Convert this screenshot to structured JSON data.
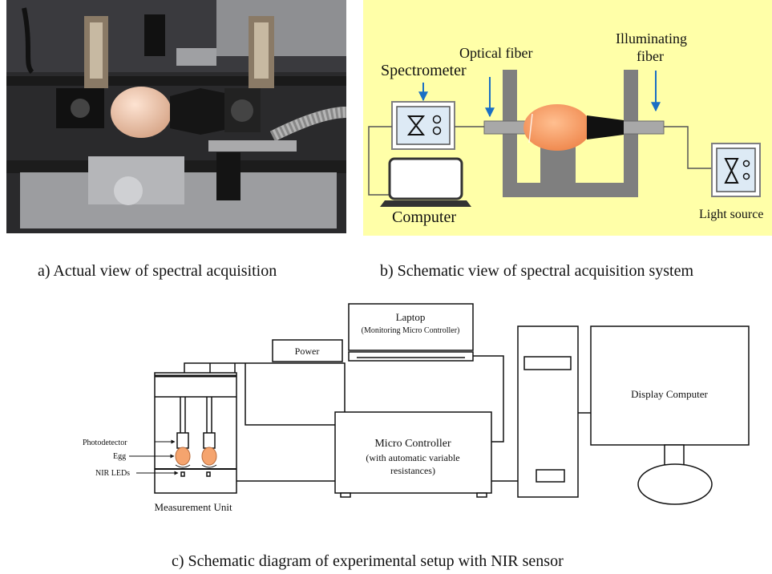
{
  "panel_a": {
    "caption": "a)   Actual view of spectral acquisition"
  },
  "panel_b": {
    "spectrometer": "Spectrometer",
    "optical_fiber": "Optical fiber",
    "illuminating_fiber_line1": "Illuminating",
    "illuminating_fiber_line2": "fiber",
    "computer": "Computer",
    "light_source": "Light source",
    "caption": "b)   Schematic view of spectral acquisition system"
  },
  "panel_c": {
    "laptop": "Laptop",
    "laptop_sub": "(Monitoring  Micro Controller)",
    "power": "Power",
    "micro_controller": "Micro Controller",
    "micro_controller_sub1": "(with automatic variable",
    "micro_controller_sub2": "resistances)",
    "display_computer": "Display Computer",
    "photodetector": "Photodetector",
    "egg": "Egg",
    "nir_leds": "NIR LEDs",
    "measurement_unit": "Measurement  Unit",
    "caption": "c)   Schematic diagram of experimental setup with NIR sensor"
  },
  "colors": {
    "schematic_bg": "#ffffa8",
    "arrow_blue": "#1a6fc4",
    "egg_orange": "#f5a46e",
    "device_fill": "#ddeaf5",
    "holder_gray": "#7f7f7f"
  }
}
